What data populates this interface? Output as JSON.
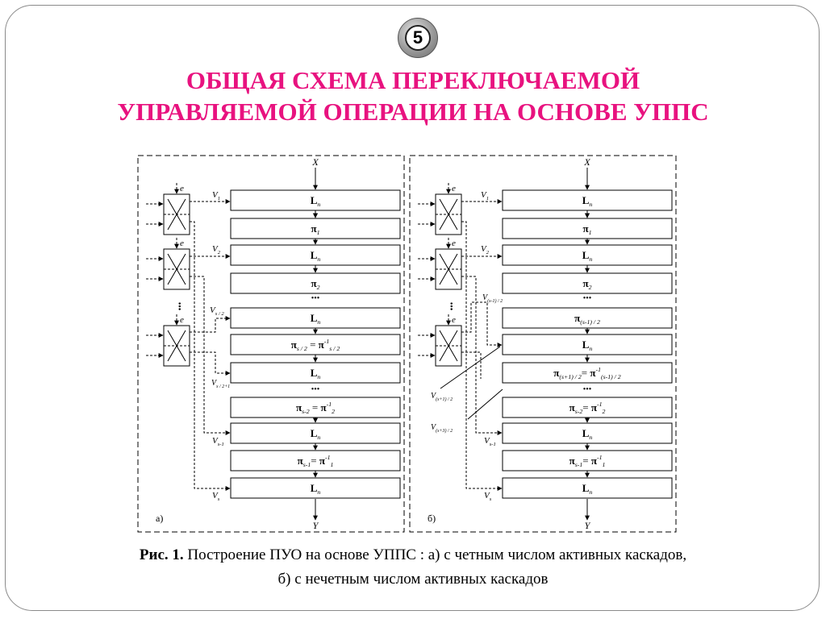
{
  "slide_number": "5",
  "title_lines": [
    "ОБЩАЯ СХЕМА ПЕРЕКЛЮЧАЕМОЙ",
    "УПРАВЛЯЕМОЙ ОПЕРАЦИИ НА ОСНОВЕ УППС"
  ],
  "colors": {
    "title": "#e8127f",
    "frame": "#8a8a8a"
  },
  "caption": {
    "bold": "Рис. 1.",
    "line1": " Построение ПУО на  основе УППС : а) с четным числом активных каскадов,",
    "line2": "б) с нечетным числом активных каскадов"
  },
  "icons": {
    "badge": "numbered-circle",
    "switch": "crossed-box-icon"
  },
  "diagrams": [
    {
      "panel_label": "а)",
      "input": "X",
      "output": "Y",
      "switch_input_label": "e",
      "blocks": [
        [
          {
            "t": "L",
            "b": true
          },
          {
            "t": "n",
            "s": "sub"
          }
        ],
        [
          {
            "t": "π",
            "b": true
          },
          {
            "t": "1",
            "s": "sub"
          }
        ],
        [
          {
            "t": "L",
            "b": true
          },
          {
            "t": "n",
            "s": "sub"
          }
        ],
        [
          {
            "t": "π",
            "b": true
          },
          {
            "t": "2",
            "s": "sub"
          }
        ],
        [
          {
            "t": "L",
            "b": true
          },
          {
            "t": "n",
            "s": "sub"
          }
        ],
        [
          {
            "t": "π",
            "b": true
          },
          {
            "t": "s / 2",
            "s": "sub"
          },
          {
            "t": " = "
          },
          {
            "t": "π",
            "b": true
          },
          {
            "t": "-1",
            "s": "sup"
          },
          {
            "t": "s / 2",
            "s": "sub"
          }
        ],
        [
          {
            "t": "L",
            "b": true
          },
          {
            "t": "n",
            "s": "sub"
          }
        ],
        [
          {
            "t": "π",
            "b": true
          },
          {
            "t": "s-2",
            "s": "sub"
          },
          {
            "t": " = "
          },
          {
            "t": "π",
            "b": true
          },
          {
            "t": "-1",
            "s": "sup"
          },
          {
            "t": "2",
            "s": "sub"
          }
        ],
        [
          {
            "t": "L",
            "b": true
          },
          {
            "t": "n",
            "s": "sub"
          }
        ],
        [
          {
            "t": "π",
            "b": true
          },
          {
            "t": "s-1",
            "s": "sub"
          },
          {
            "t": "= "
          },
          {
            "t": "π",
            "b": true
          },
          {
            "t": "-1",
            "s": "sup"
          },
          {
            "t": "1",
            "s": "sub"
          }
        ],
        [
          {
            "t": "L",
            "b": true
          },
          {
            "t": "n",
            "s": "sub"
          }
        ]
      ],
      "v_labels": [
        [
          {
            "t": "V"
          },
          {
            "t": "1",
            "s": "sub"
          }
        ],
        [
          {
            "t": "V"
          },
          {
            "t": "2",
            "s": "sub"
          }
        ],
        [
          {
            "t": "V"
          },
          {
            "t": "s / 2",
            "s": "sub"
          }
        ],
        [
          {
            "t": "V"
          },
          {
            "t": "s / 2+1",
            "s": "sub"
          }
        ],
        [
          {
            "t": "V"
          },
          {
            "t": "s-1",
            "s": "sub"
          }
        ],
        [
          {
            "t": "V"
          },
          {
            "t": "s",
            "s": "sub"
          }
        ]
      ],
      "dots": "•••"
    },
    {
      "panel_label": "б)",
      "input": "X",
      "output": "Y",
      "switch_input_label": "e",
      "blocks": [
        [
          {
            "t": "L",
            "b": true
          },
          {
            "t": "n",
            "s": "sub"
          }
        ],
        [
          {
            "t": "π",
            "b": true
          },
          {
            "t": "1",
            "s": "sub"
          }
        ],
        [
          {
            "t": "L",
            "b": true
          },
          {
            "t": "n",
            "s": "sub"
          }
        ],
        [
          {
            "t": "π",
            "b": true
          },
          {
            "t": "2",
            "s": "sub"
          }
        ],
        [
          {
            "t": "π",
            "b": true
          },
          {
            "t": "(s-1) / 2",
            "s": "sub"
          }
        ],
        [
          {
            "t": "L",
            "b": true
          },
          {
            "t": "n",
            "s": "sub"
          }
        ],
        [
          {
            "t": "π",
            "b": true
          },
          {
            "t": "(s+1) / 2",
            "s": "sub"
          },
          {
            "t": "= "
          },
          {
            "t": "π",
            "b": true
          },
          {
            "t": "-1",
            "s": "sup"
          },
          {
            "t": "(s-1) / 2",
            "s": "sub"
          }
        ],
        [
          {
            "t": "π",
            "b": true
          },
          {
            "t": "s-2",
            "s": "sub"
          },
          {
            "t": "= "
          },
          {
            "t": "π",
            "b": true
          },
          {
            "t": "-1",
            "s": "sup"
          },
          {
            "t": "2",
            "s": "sub"
          }
        ],
        [
          {
            "t": "L",
            "b": true
          },
          {
            "t": "n",
            "s": "sub"
          }
        ],
        [
          {
            "t": "π",
            "b": true
          },
          {
            "t": "s-1",
            "s": "sub"
          },
          {
            "t": "= "
          },
          {
            "t": "π",
            "b": true
          },
          {
            "t": "-1",
            "s": "sup"
          },
          {
            "t": "1",
            "s": "sub"
          }
        ],
        [
          {
            "t": "L",
            "b": true
          },
          {
            "t": "n",
            "s": "sub"
          }
        ]
      ],
      "v_labels": [
        [
          {
            "t": "V"
          },
          {
            "t": "1",
            "s": "sub"
          }
        ],
        [
          {
            "t": "V"
          },
          {
            "t": "2",
            "s": "sub"
          }
        ],
        [
          {
            "t": "V"
          },
          {
            "t": "(s-1) / 2",
            "s": "sub"
          }
        ],
        [
          {
            "t": "V"
          },
          {
            "t": "(s+1) / 2",
            "s": "sub"
          }
        ],
        [
          {
            "t": "V"
          },
          {
            "t": "(s+3) / 2",
            "s": "sub"
          }
        ],
        [
          {
            "t": "V"
          },
          {
            "t": "s-1",
            "s": "sub"
          }
        ],
        [
          {
            "t": "V"
          },
          {
            "t": "s",
            "s": "sub"
          }
        ]
      ],
      "dots": "•••"
    }
  ]
}
